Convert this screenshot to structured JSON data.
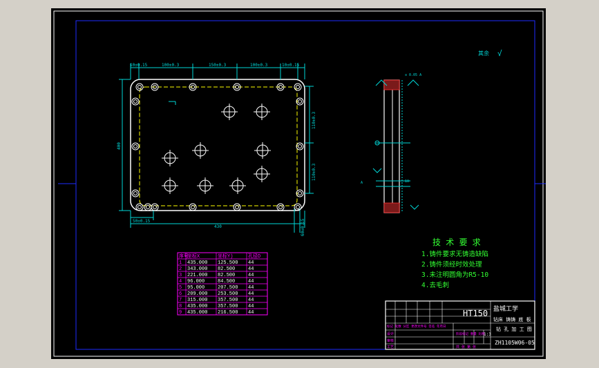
{
  "roughness": {
    "label": "其余",
    "symbol": "√"
  },
  "dims_top": [
    "10±0.15",
    "100±0.3",
    "150±0.3",
    "100±0.3",
    "10±0.15"
  ],
  "dims_right": [
    "110±0.3",
    "110±0.3"
  ],
  "dim_left": "400",
  "dim_bottom": "430",
  "dim_small_bottom": "50±0.15",
  "dim_bottom_right": "60±0.15",
  "tech_req": {
    "title": "技 术 要 求",
    "items": [
      "1.铸件要求无铸造缺陷",
      "2.铸件须经时效处理",
      "3.未注明圆角为R5-10",
      "4.去毛刺"
    ]
  },
  "hole_table": {
    "headers": [
      "序号",
      "坐标X",
      "坐标Y)",
      "孔径D"
    ],
    "rows": [
      [
        "1",
        "435.000",
        "125.500",
        "44"
      ],
      [
        "2",
        "343.000",
        "82.500",
        "44"
      ],
      [
        "3",
        "221.000",
        "82.500",
        "44"
      ],
      [
        "4",
        "96.000",
        "84.500",
        "44"
      ],
      [
        "5",
        "95.000",
        "207.500",
        "44"
      ],
      [
        "6",
        "209.000",
        "253.500",
        "44"
      ],
      [
        "7",
        "315.000",
        "357.500",
        "44"
      ],
      [
        "8",
        "435.000",
        "357.500",
        "44"
      ],
      [
        "9",
        "435.000",
        "216.500",
        "44"
      ]
    ]
  },
  "title_block": {
    "material": "HT150",
    "school": "盐城工学",
    "part_name": "钻床 铸铸 底 板",
    "sub_name": "钻 孔 加 工 图",
    "scale": "1:3",
    "drawing_no": "ZH1105W06-05",
    "sign_labels": "标记 处数 分区 更改文件号 签名 年月日",
    "stage_labels": "阶段标记 重量 比例",
    "row_labels": [
      "设计",
      "审核",
      "工艺"
    ],
    "sheet": "共 张 第 张"
  },
  "colors": {
    "frame": "#ffffff",
    "border_inner": "#1e2cff",
    "dimension": "#00d8d8",
    "outline": "#ffffff",
    "hidden": "#ffff00",
    "table": "#ff00ff",
    "table_text": "#ffffff",
    "tech": "#33ff33",
    "title_block": "#ffffff"
  }
}
